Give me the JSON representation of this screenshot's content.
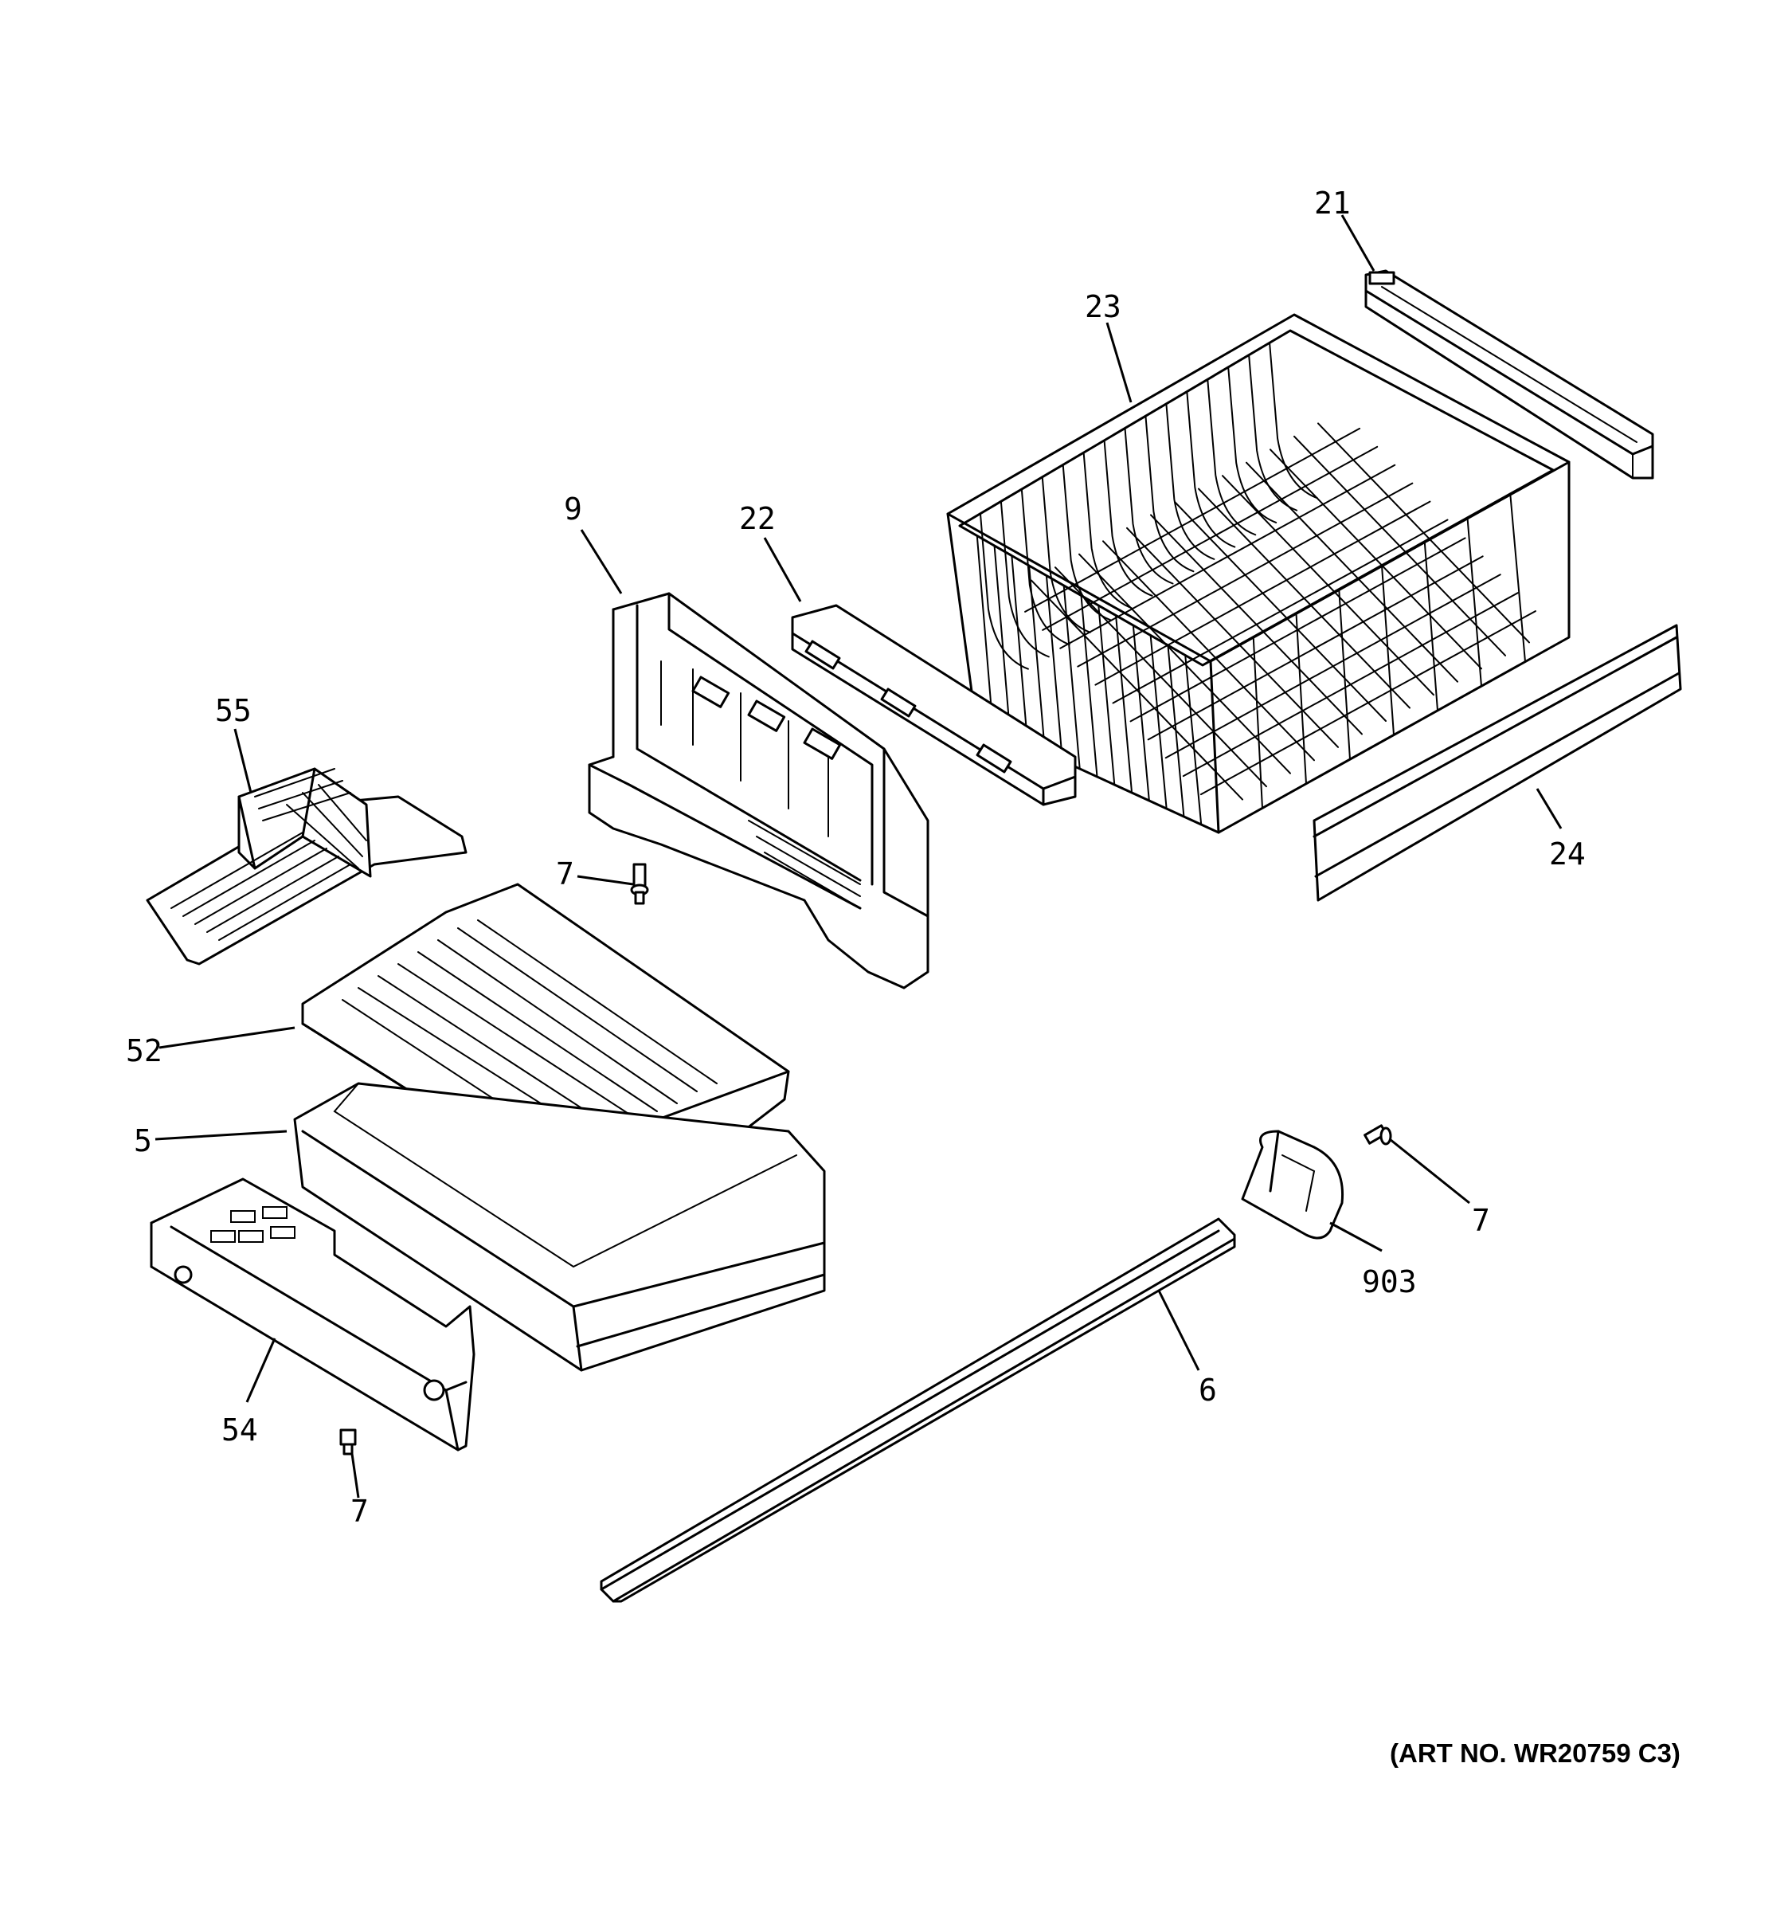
{
  "callouts": {
    "c21": "21",
    "c23": "23",
    "c9": "9",
    "c22": "22",
    "c55": "55",
    "c24": "24",
    "c7a": "7",
    "c52": "52",
    "c5": "5",
    "c7b": "7",
    "c903": "903",
    "c6": "6",
    "c54": "54",
    "c7c": "7"
  },
  "art_number": "(ART NO. WR20759 C3)"
}
